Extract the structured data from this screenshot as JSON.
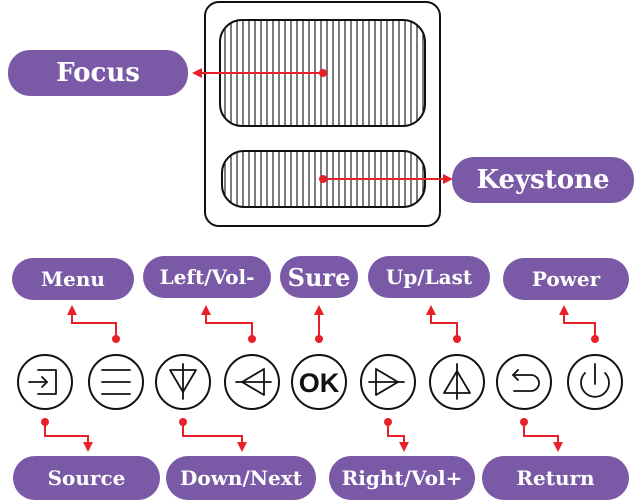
{
  "labels": {
    "focus": "Focus",
    "keystone": "Keystone",
    "menu": "Menu",
    "left_vol": "Left/Vol-",
    "sure": "Sure",
    "up_last": "Up/Last",
    "power": "Power",
    "source": "Source",
    "down_next": "Down/Next",
    "right_vol": "Right/Vol+",
    "return": "Return"
  },
  "buttons": {
    "ok_text": "OK"
  },
  "colors": {
    "label_fill": "#7a5aa6",
    "label_text": "#ffffff",
    "arrow": "#e8202a",
    "outline": "#111111"
  },
  "icons": [
    "source-icon",
    "menu-icon",
    "down-icon",
    "left-icon",
    "ok-icon",
    "right-icon",
    "up-icon",
    "return-icon",
    "power-icon"
  ]
}
